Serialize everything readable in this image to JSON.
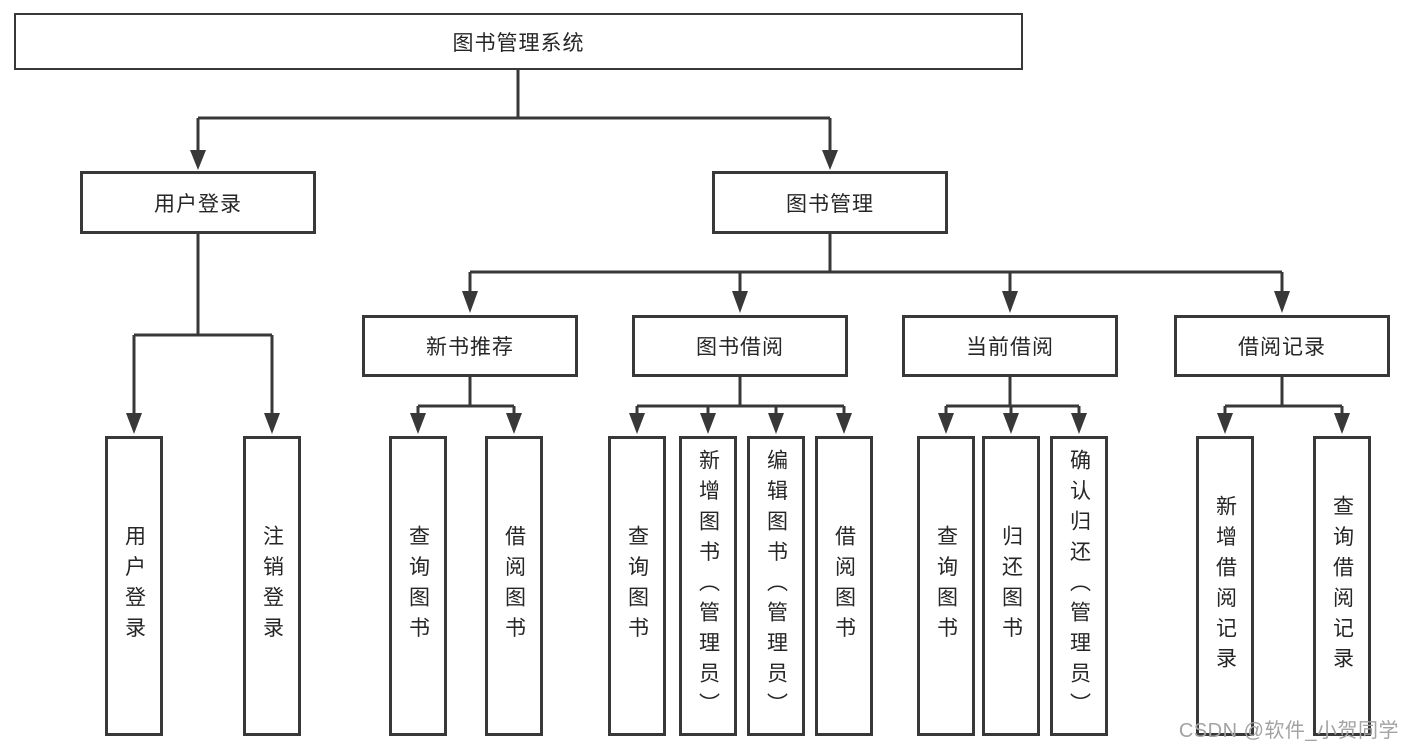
{
  "diagram": {
    "root": {
      "label": "图书管理系统"
    },
    "level2": [
      {
        "label": "用户登录"
      },
      {
        "label": "图书管理"
      }
    ],
    "level3": [
      {
        "label": "新书推荐"
      },
      {
        "label": "图书借阅"
      },
      {
        "label": "当前借阅"
      },
      {
        "label": "借阅记录"
      }
    ],
    "leaves": {
      "user_login": [
        "用户登录",
        "注销登录"
      ],
      "new_book_rec": [
        "查询图书",
        "借阅图书"
      ],
      "book_borrow": [
        "查询图书",
        "新增图书（管理员）",
        "编辑图书（管理员）",
        "借阅图书"
      ],
      "current_borrow": [
        "查询图书",
        "归还图书",
        "确认归还（管理员）"
      ],
      "borrow_records": [
        "新增借阅记录",
        "查询借阅记录"
      ]
    }
  },
  "watermark": {
    "text": "CSDN @软件_小贺同学"
  },
  "colors": {
    "line": "#383838",
    "box_border": "#383838",
    "text": "#262626",
    "background": "#ffffff",
    "watermark": "#a3a3a3"
  }
}
